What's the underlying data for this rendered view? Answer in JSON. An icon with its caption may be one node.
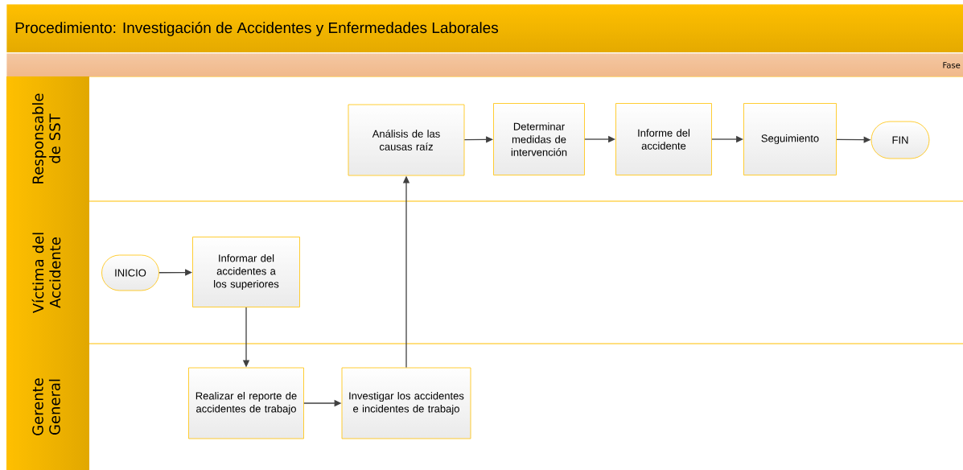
{
  "diagram": {
    "title": "Procedimiento:  Investigación de Accidentes y Enfermedades Laborales",
    "nodes": [
      {
        "text": [
          "Responsable de SST"
        ]
      },
      {
        "text": [
          "Víctima del Accidente"
        ]
      },
      {
        "text": [
          "Gerente General"
        ]
      },
      {
        "text": [
          "INICIO"
        ]
      },
      {
        "text": [
          "Informar del accidentes a los superiores"
        ]
      },
      {
        "text": [
          "Realizar el reporte de accidentes de trabajo"
        ]
      },
      {
        "text": [
          "Investigar los accidentes e incidentes de trabajo"
        ]
      },
      {
        "text": [
          "Análisis de las causas raíz"
        ]
      },
      {
        "text": [
          "Determinar medidas de intervención"
        ]
      },
      {
        "text": [
          "Informe del accidente"
        ]
      },
      {
        "text": [
          "Seguimiento"
        ]
      },
      {
        "text": [
          "FIN"
        ]
      }
    ],
    "edges": [
      {
        "from": 3,
        "to": 4,
        "arrow": "to"
      },
      {
        "from": 4,
        "to": 5,
        "arrow": "to"
      },
      {
        "from": 5,
        "to": 6,
        "arrow": "to"
      },
      {
        "from": 6,
        "to": 7,
        "arrow": "to"
      },
      {
        "from": 7,
        "to": 8,
        "arrow": "to"
      },
      {
        "from": 8,
        "to": 9,
        "arrow": "to"
      },
      {
        "from": 9,
        "to": 10,
        "arrow": "to"
      },
      {
        "from": 10,
        "to": 11,
        "arrow": "to"
      }
    ],
    "labels": [
      "Fase"
    ]
  }
}
